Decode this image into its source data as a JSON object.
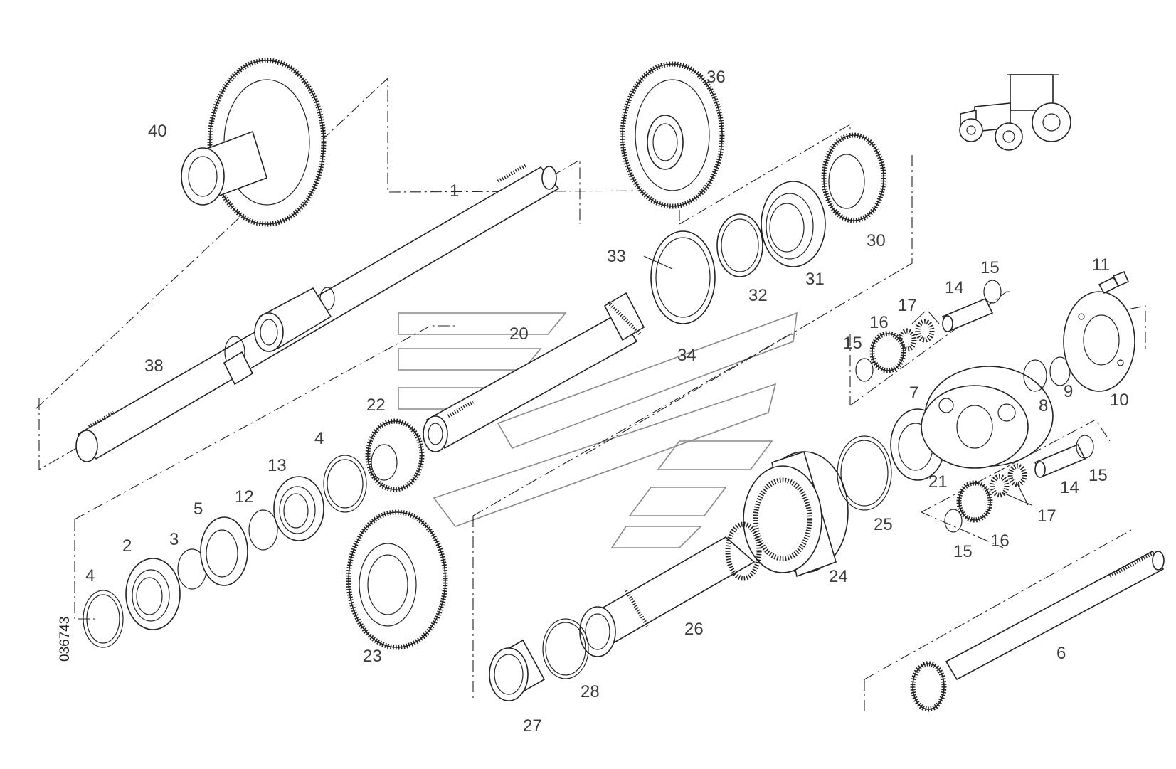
{
  "diagram": {
    "reference_number": "036743",
    "callouts": [
      {
        "id": "p1",
        "text": "1"
      },
      {
        "id": "p2",
        "text": "2"
      },
      {
        "id": "p3",
        "text": "3"
      },
      {
        "id": "p4a",
        "text": "4"
      },
      {
        "id": "p4b",
        "text": "4"
      },
      {
        "id": "p5",
        "text": "5"
      },
      {
        "id": "p6",
        "text": "6"
      },
      {
        "id": "p7",
        "text": "7"
      },
      {
        "id": "p8",
        "text": "8"
      },
      {
        "id": "p9",
        "text": "9"
      },
      {
        "id": "p10",
        "text": "10"
      },
      {
        "id": "p11",
        "text": "11"
      },
      {
        "id": "p12",
        "text": "12"
      },
      {
        "id": "p13",
        "text": "13"
      },
      {
        "id": "p14a",
        "text": "14"
      },
      {
        "id": "p14b",
        "text": "14"
      },
      {
        "id": "p15a",
        "text": "15"
      },
      {
        "id": "p15b",
        "text": "15"
      },
      {
        "id": "p15c",
        "text": "15"
      },
      {
        "id": "p15d",
        "text": "15"
      },
      {
        "id": "p16a",
        "text": "16"
      },
      {
        "id": "p16b",
        "text": "16"
      },
      {
        "id": "p17a",
        "text": "17"
      },
      {
        "id": "p17b",
        "text": "17"
      },
      {
        "id": "p20",
        "text": "20"
      },
      {
        "id": "p21",
        "text": "21"
      },
      {
        "id": "p22",
        "text": "22"
      },
      {
        "id": "p23",
        "text": "23"
      },
      {
        "id": "p24",
        "text": "24"
      },
      {
        "id": "p25",
        "text": "25"
      },
      {
        "id": "p26",
        "text": "26"
      },
      {
        "id": "p27",
        "text": "27"
      },
      {
        "id": "p28",
        "text": "28"
      },
      {
        "id": "p30",
        "text": "30"
      },
      {
        "id": "p31",
        "text": "31"
      },
      {
        "id": "p32",
        "text": "32"
      },
      {
        "id": "p33",
        "text": "33"
      },
      {
        "id": "p34",
        "text": "34"
      },
      {
        "id": "p36",
        "text": "36"
      },
      {
        "id": "p38",
        "text": "38"
      },
      {
        "id": "p40",
        "text": "40"
      }
    ],
    "icon": "tractor-icon"
  }
}
